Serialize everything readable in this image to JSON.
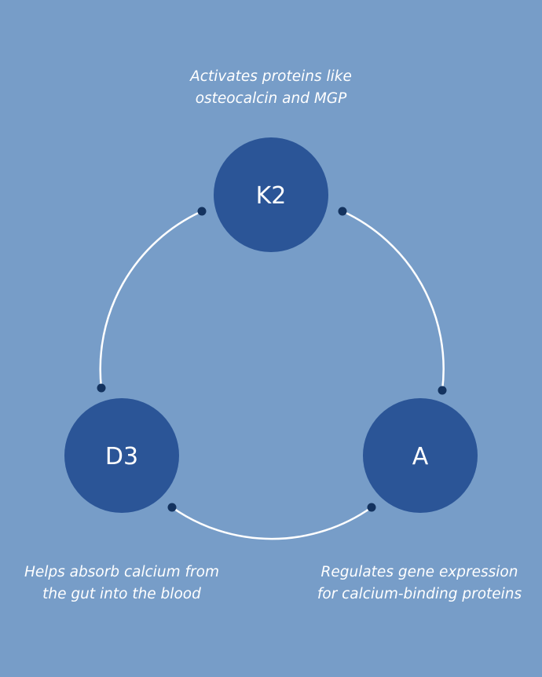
{
  "colors": {
    "background": "#779dc8",
    "node_fill": "#2b5597",
    "arc": "#ffffff",
    "dot": "#14335f"
  },
  "nodes": {
    "k2": {
      "label": "K2",
      "caption_lines": [
        "Activates proteins like",
        "osteocalcin and MGP"
      ]
    },
    "d3": {
      "label": "D3",
      "caption_lines": [
        "Helps absorb calcium from",
        "the gut into the blood"
      ]
    },
    "a": {
      "label": "A",
      "caption_lines": [
        "Regulates gene expression",
        "for calcium-binding proteins"
      ]
    }
  }
}
